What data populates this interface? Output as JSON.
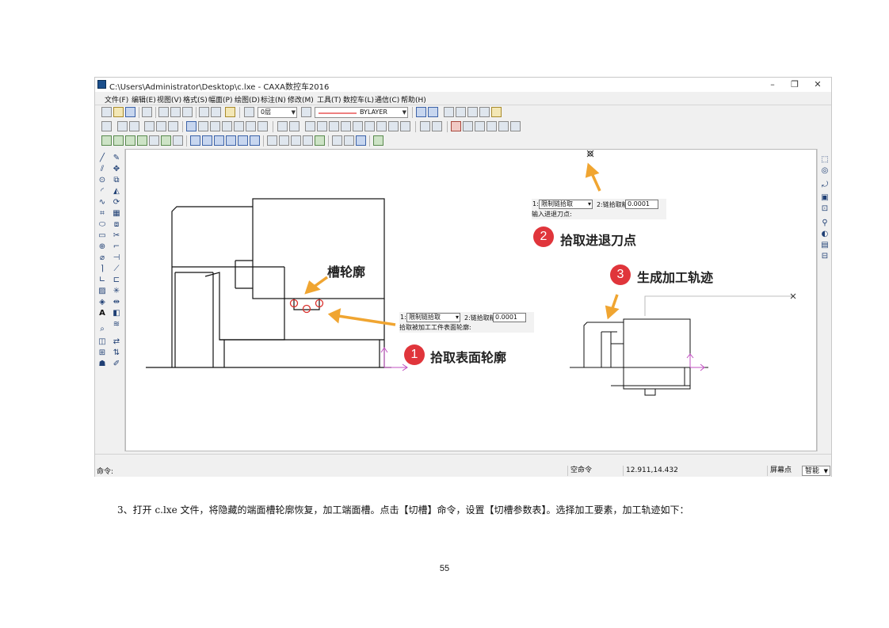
{
  "window": {
    "title": "C:\\Users\\Administrator\\Desktop\\c.lxe - CAXA数控车2016",
    "controls": {
      "minimize": "–",
      "restore": "❐",
      "close": "✕"
    }
  },
  "menu": [
    "文件(F)",
    "编辑(E)",
    "视图(V)",
    "格式(S)",
    "幅面(P)",
    "绘图(D)",
    "标注(N)",
    "修改(M)",
    "工具(T)",
    "数控车(L)",
    "通信(C)",
    "帮助(H)"
  ],
  "toolbar": {
    "layer": "0层",
    "linetype": "BYLAYER"
  },
  "prompt1": {
    "opt_num": "1:",
    "option": "限制链拾取",
    "label2": "2:链拾取精度",
    "value": "0.0001",
    "message": "拾取被加工工件表面轮廓:"
  },
  "prompt2": {
    "opt_num": "1:",
    "option": "限制链拾取",
    "label2": "2:链拾取精度",
    "value": "0.0001",
    "message": "输入进退刀点:"
  },
  "annotations": {
    "groove": "槽轮廓",
    "step1_num": "1",
    "step1": "拾取表面轮廓",
    "step2_num": "2",
    "step2": "拾取进退刀点",
    "step3_num": "3",
    "step3": "生成加工轨迹"
  },
  "status": {
    "command_label": "命令:",
    "idle": "空命令",
    "coords": "12.911,14.432",
    "snap_label": "屏幕点",
    "snap_mode": "智能"
  },
  "caption": "3、打开 c.lxe 文件，将隐藏的端面槽轮廓恢复，加工端面槽。点击【切槽】命令，设置【切槽参数表】。选择加工要素，加工轨迹如下：",
  "page_number": "55",
  "colors": {
    "badge": "#e0353b",
    "arrow": "#f0a531",
    "axis": "#c04fc0",
    "highlight": "#d9302c"
  }
}
